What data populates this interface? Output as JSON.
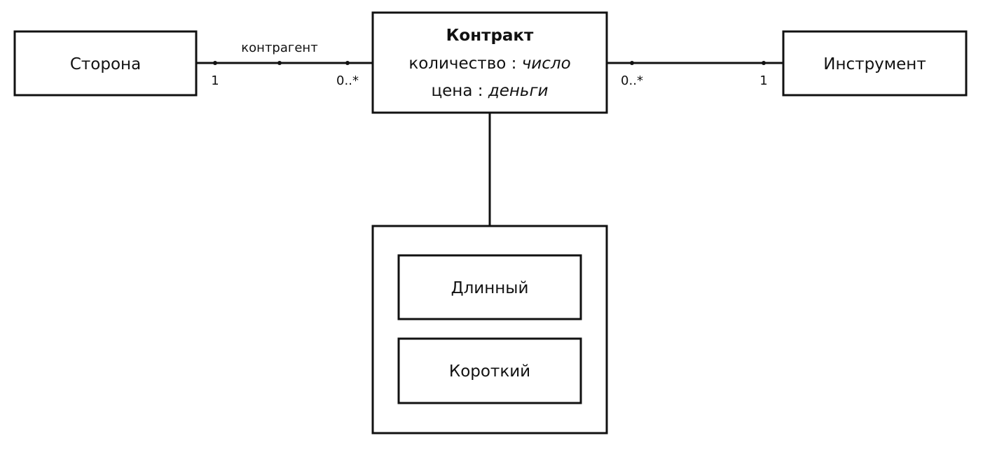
{
  "diagram": {
    "party": {
      "label": "Сторона"
    },
    "contract": {
      "title": "Контракт",
      "attributes": [
        {
          "name": "количество",
          "separator": " : ",
          "type": "число"
        },
        {
          "name": "цена",
          "separator": " : ",
          "type": "деньги"
        }
      ]
    },
    "instrument": {
      "label": "Инструмент"
    },
    "subtypes": [
      {
        "label": "Длинный"
      },
      {
        "label": "Короткий"
      }
    ],
    "associations": {
      "party_contract": {
        "role": "контрагент",
        "party_multiplicity": "1",
        "contract_multiplicity": "0..*"
      },
      "contract_instrument": {
        "contract_multiplicity": "0..*",
        "instrument_multiplicity": "1"
      }
    }
  },
  "colors": {
    "stroke": "#111111",
    "background": "#ffffff"
  }
}
